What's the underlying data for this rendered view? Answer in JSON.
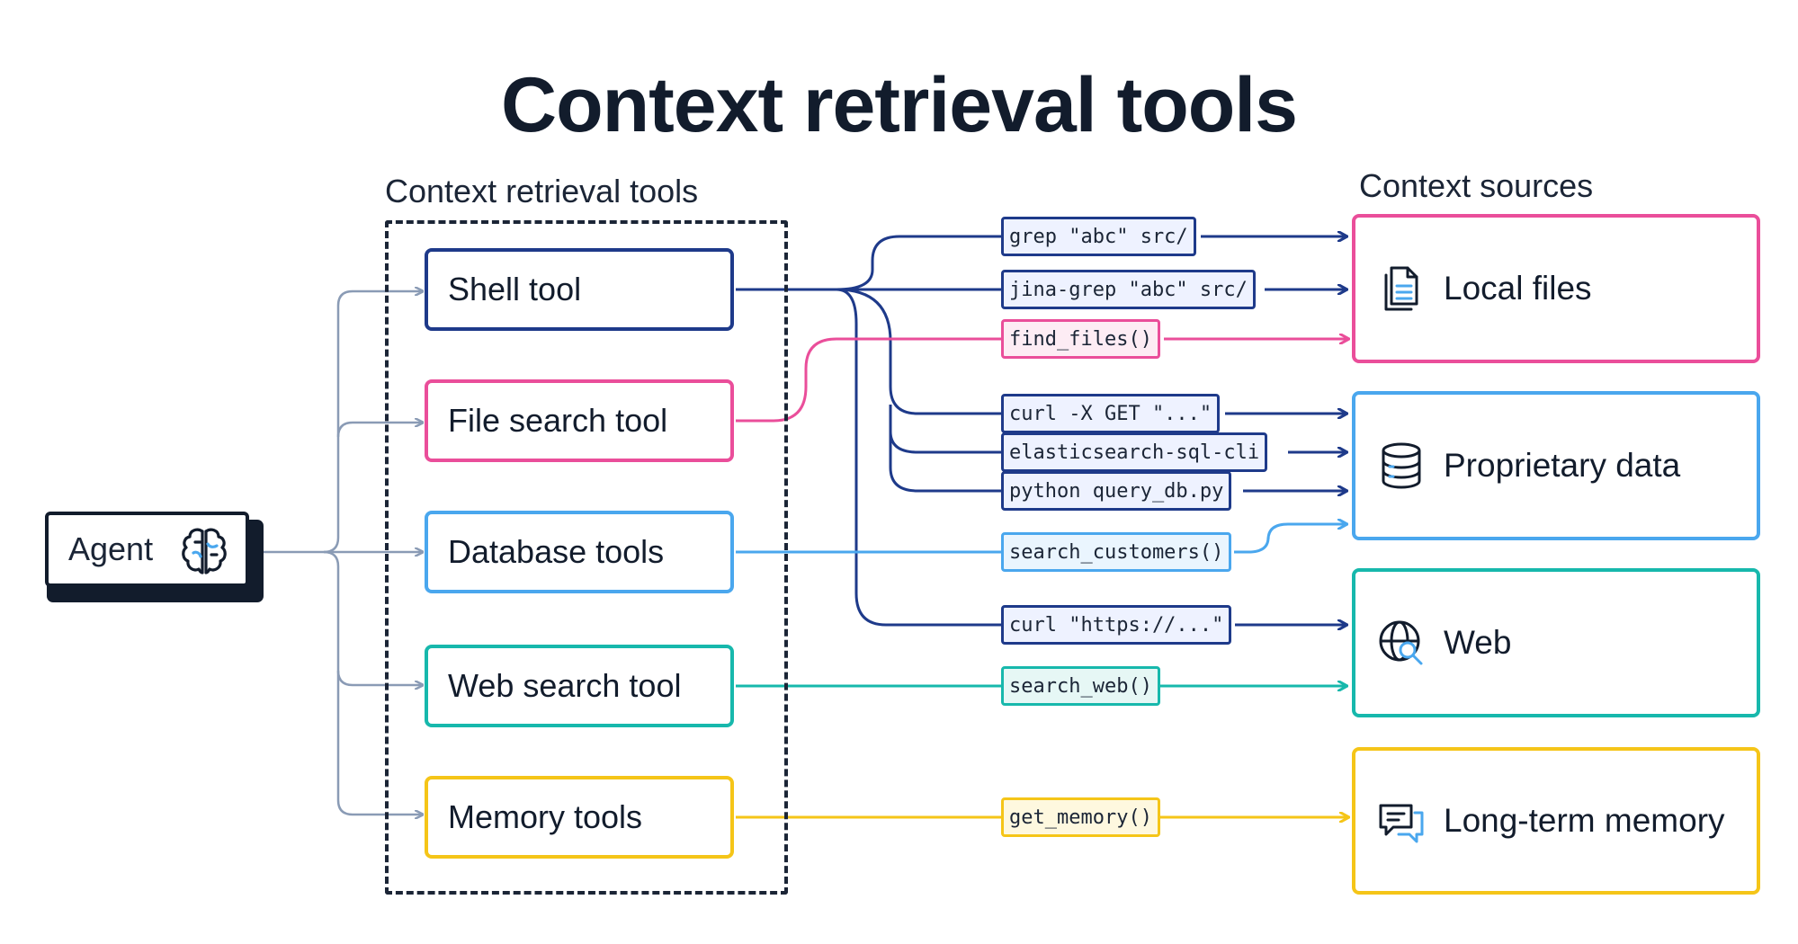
{
  "title": "Context retrieval tools",
  "group_label": "Context retrieval tools",
  "sources_label": "Context sources",
  "agent": {
    "label": "Agent",
    "icon": "brain-icon"
  },
  "tools": [
    {
      "label": "Shell tool",
      "color": "#1e3a8a"
    },
    {
      "label": "File search tool",
      "color": "#ea4e9a"
    },
    {
      "label": "Database tools",
      "color": "#4aa7ee"
    },
    {
      "label": "Web search tool",
      "color": "#17b8ac"
    },
    {
      "label": "Memory tools",
      "color": "#f5c518"
    }
  ],
  "commands": [
    {
      "text": "grep \"abc\" src/"
    },
    {
      "text": "jina-grep \"abc\" src/"
    },
    {
      "text": "find_files()"
    },
    {
      "text": "curl -X GET \"...\""
    },
    {
      "text": "elasticsearch-sql-cli"
    },
    {
      "text": "python query_db.py"
    },
    {
      "text": "search_customers()"
    },
    {
      "text": "curl \"https://...\""
    },
    {
      "text": "search_web()"
    },
    {
      "text": "get_memory()"
    }
  ],
  "sources": [
    {
      "label": "Local files",
      "icon": "document-icon",
      "color": "#ea4e9a"
    },
    {
      "label": "Proprietary data",
      "icon": "database-icon",
      "color": "#4aa7ee"
    },
    {
      "label": "Web",
      "icon": "globe-search-icon",
      "color": "#17b8ac"
    },
    {
      "label": "Long-term memory",
      "icon": "chat-icon",
      "color": "#f5c518"
    }
  ],
  "colors": {
    "navy": "#1e3a8a",
    "pink": "#ea4e9a",
    "blue": "#4aa7ee",
    "teal": "#17b8ac",
    "yellow": "#f5c518",
    "gray": "#8a9bb5",
    "ink": "#121c2c"
  }
}
